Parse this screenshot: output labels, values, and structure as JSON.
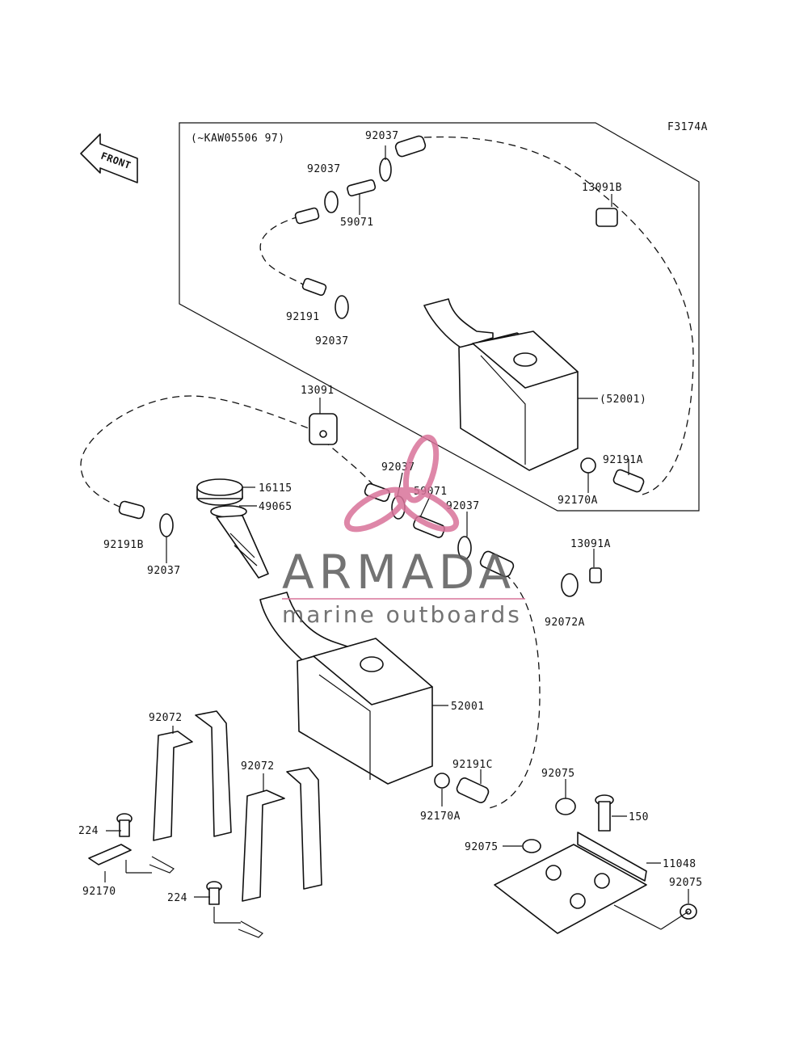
{
  "diagram_id": "F3174A",
  "inset_note": "(~KAW05506 97)",
  "front_label": "FRONT",
  "labels": {
    "l_92037_a": "92037",
    "l_92037_b": "92037",
    "l_59071_a": "59071",
    "l_92191": "92191",
    "l_92037_c": "92037",
    "l_13091B": "13091B",
    "l_52001_paren": "(52001)",
    "l_92191A": "92191A",
    "l_92170A_a": "92170A",
    "l_13091": "13091",
    "l_16115": "16115",
    "l_49065": "49065",
    "l_92037_d": "92037",
    "l_59071_b": "59071",
    "l_92037_e": "92037",
    "l_92191B": "92191B",
    "l_92037_f": "92037",
    "l_13091A": "13091A",
    "l_92072A": "92072A",
    "l_52001": "52001",
    "l_92191C": "92191C",
    "l_92170A_b": "92170A",
    "l_92072_a": "92072",
    "l_92072_b": "92072",
    "l_224_a": "224",
    "l_224_b": "224",
    "l_92170": "92170",
    "l_92075_a": "92075",
    "l_150": "150",
    "l_92075_b": "92075",
    "l_11048": "11048",
    "l_92075_c": "92075"
  },
  "watermark": {
    "brand": "ARMADA",
    "tagline": "marine outboards",
    "logo_color": "#d9739a"
  }
}
